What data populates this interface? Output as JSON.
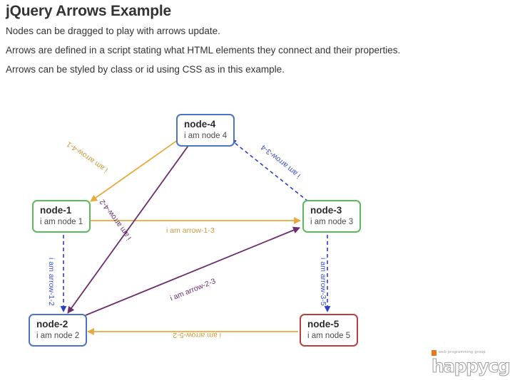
{
  "header": {
    "title": "jQuery Arrows Example",
    "lines": [
      "Nodes can be dragged to play with arrows update.",
      "Arrows are defined in a script stating what HTML elements they connect and their properties.",
      "Arrows can be styled by class or id using CSS as in this example."
    ]
  },
  "colors": {
    "orange": "#e8a93c",
    "blue": "#3b4fc4",
    "purple": "#6b2d6b",
    "node_blue_border": "#4a74c4",
    "node_green_border": "#5cb85c",
    "node_red_border": "#b94040",
    "text": "#333333",
    "logo_orange": "#e87722"
  },
  "nodes": [
    {
      "id": "node-1",
      "title": "node-1",
      "subtitle": "i am node 1",
      "border": "green"
    },
    {
      "id": "node-2",
      "title": "node-2",
      "subtitle": "i am node 2",
      "border": "blue"
    },
    {
      "id": "node-3",
      "title": "node-3",
      "subtitle": "i am node 3",
      "border": "green"
    },
    {
      "id": "node-4",
      "title": "node-4",
      "subtitle": "i am node 4",
      "border": "blue"
    },
    {
      "id": "node-5",
      "title": "node-5",
      "subtitle": "i am node 5",
      "border": "red"
    }
  ],
  "arrows": [
    {
      "id": "arrow-4-1",
      "label": "i am arrow-4-1",
      "from": "node-4",
      "to": "node-1",
      "color": "orange",
      "style": "solid"
    },
    {
      "id": "arrow-3-4",
      "label": "i am arrow-3-4",
      "from": "node-3",
      "to": "node-4",
      "color": "blue",
      "style": "dashed"
    },
    {
      "id": "arrow-1-3",
      "label": "i am arrow-1-3",
      "from": "node-1",
      "to": "node-3",
      "color": "orange",
      "style": "solid"
    },
    {
      "id": "arrow-4-2",
      "label": "i am arrow-4-2",
      "from": "node-4",
      "to": "node-2",
      "color": "purple",
      "style": "solid"
    },
    {
      "id": "arrow-1-2",
      "label": "i am arrow-1-2",
      "from": "node-1",
      "to": "node-2",
      "color": "blue",
      "style": "dashed"
    },
    {
      "id": "arrow-2-3",
      "label": "i am arrow-2-3",
      "from": "node-2",
      "to": "node-3",
      "color": "purple",
      "style": "solid"
    },
    {
      "id": "arrow-3-5",
      "label": "i am arrow-3-5",
      "from": "node-3",
      "to": "node-5",
      "color": "blue",
      "style": "dashed"
    },
    {
      "id": "arrow-5-2",
      "label": "i am arrow-5-2",
      "from": "node-5",
      "to": "node-2",
      "color": "orange",
      "style": "solid"
    }
  ],
  "logo": {
    "tagline": "web programming group",
    "word": "happycgi"
  }
}
